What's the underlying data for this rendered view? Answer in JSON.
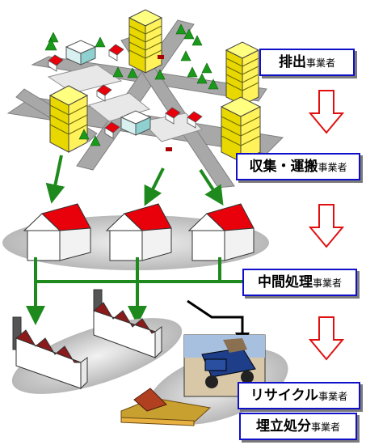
{
  "labels": {
    "discharger": {
      "main": "排出",
      "suffix": "事業者"
    },
    "collector": {
      "main": "収集・運搬",
      "suffix": "事業者"
    },
    "intermediate": {
      "main": "中間処理",
      "suffix": "事業者"
    },
    "recycle": {
      "main": "リサイクル",
      "suffix": "事業者"
    },
    "landfill": {
      "main": "埋立処分",
      "suffix": "事業者"
    }
  },
  "colors": {
    "flow_arrow": "#1e8a1e",
    "stage_arrow": "#e01010",
    "label_border": "#1010c8",
    "roof": "#e8000a",
    "factory_roof": "#8b1a1a"
  }
}
